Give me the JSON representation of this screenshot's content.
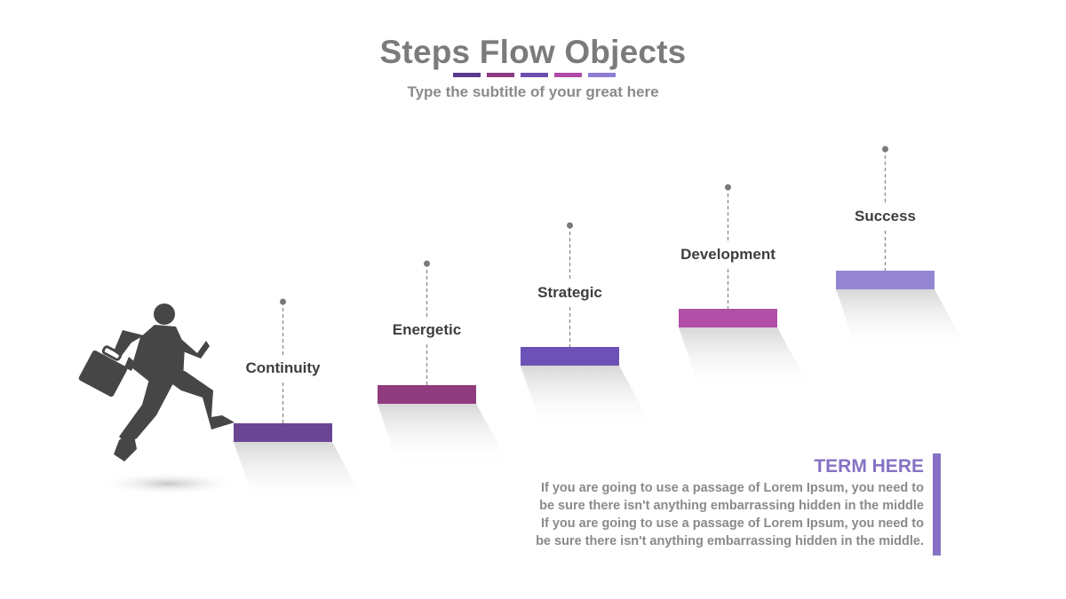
{
  "title": "Steps Flow Objects",
  "subtitle": "Type the subtitle of your great here",
  "title_bar_colors": [
    "#5b3a8e",
    "#8c3a7e",
    "#6a4fb0",
    "#b04aa6",
    "#8e7cd2"
  ],
  "steps": [
    {
      "label": "Continuity",
      "color": "#6a4594"
    },
    {
      "label": "Energetic",
      "color": "#8f3c7e"
    },
    {
      "label": "Strategic",
      "color": "#6c52b6"
    },
    {
      "label": "Development",
      "color": "#b24fa7"
    },
    {
      "label": "Success",
      "color": "#9486d2"
    }
  ],
  "term": {
    "title": "TERM HERE",
    "lines": [
      "If you are going to use a passage of Lorem Ipsum, you need to",
      "be sure there isn't anything embarrassing hidden in the middle",
      "If you are going to use a passage of Lorem Ipsum, you need to",
      "be sure there isn't anything embarrassing hidden in the middle."
    ],
    "accent_color": "#8672c4"
  },
  "icons": [
    "businessman-silhouette-icon",
    "briefcase-icon"
  ]
}
